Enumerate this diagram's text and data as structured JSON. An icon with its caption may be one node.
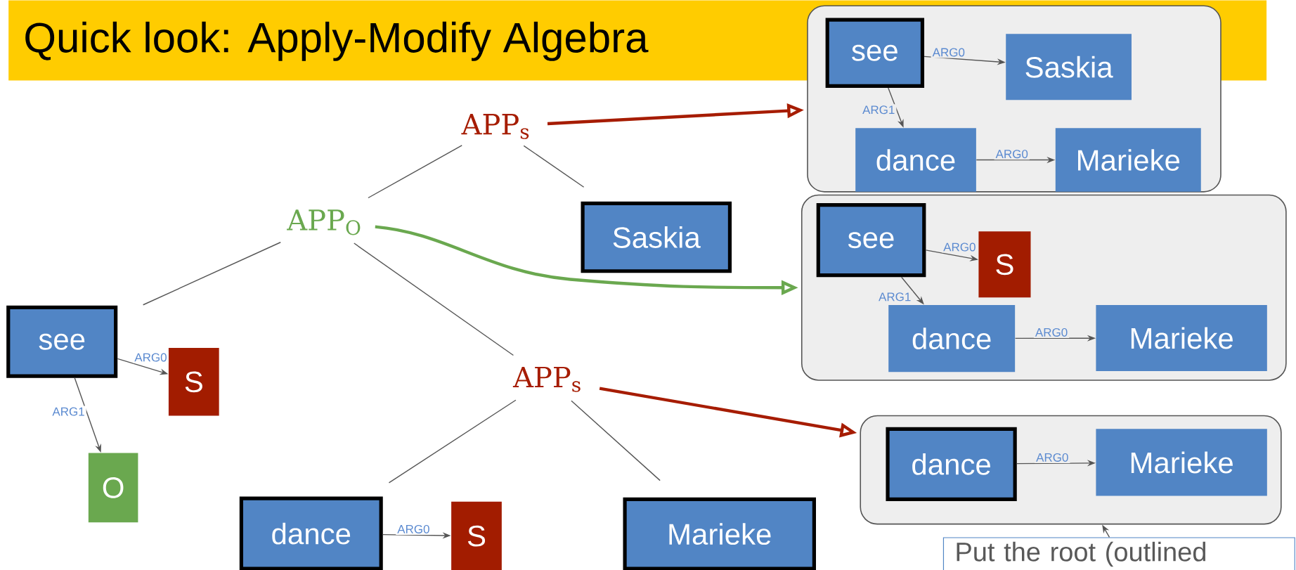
{
  "diagram": {
    "title": "Quick look: Apply-Modify Algebra",
    "nodes": [
      {
        "text": [
          "APP$_{s}$"
        ]
      },
      {
        "text": [
          "APP$_{O}$"
        ]
      },
      {
        "text": [
          "Saskia"
        ]
      },
      {
        "text": [
          "see"
        ]
      },
      {
        "text": [
          "S"
        ]
      },
      {
        "text": [
          "O"
        ]
      },
      {
        "text": [
          "APP$_{s}$"
        ]
      },
      {
        "text": [
          "dance"
        ]
      },
      {
        "text": [
          "S"
        ]
      },
      {
        "text": [
          "Marieke"
        ]
      },
      {
        "text": [],
        "shape": "box"
      },
      {
        "text": [
          "see"
        ],
        "in": 10
      },
      {
        "text": [
          "Saskia"
        ],
        "in": 10
      },
      {
        "text": [
          "dance"
        ],
        "in": 10
      },
      {
        "text": [
          "Marieke"
        ],
        "in": 10
      },
      {
        "text": [],
        "shape": "box"
      },
      {
        "text": [
          "see"
        ],
        "in": 15
      },
      {
        "text": [
          "S"
        ],
        "in": 15
      },
      {
        "text": [
          "dance"
        ],
        "in": 15
      },
      {
        "text": [
          "Marieke"
        ],
        "in": 15
      },
      {
        "text": [],
        "shape": "box"
      },
      {
        "text": [
          "dance"
        ],
        "in": 20
      },
      {
        "text": [
          "Marieke"
        ],
        "in": 20
      },
      {
        "text": [
          "Put the root (outlined"
        ]
      }
    ],
    "edges": [
      {
        "from": 0,
        "to": 1,
        "arrow": "none"
      },
      {
        "from": 0,
        "to": 2,
        "arrow": "none"
      },
      {
        "from": 0,
        "to": 10,
        "arrow": "to",
        "style": "thick",
        "color": "#a61c00"
      },
      {
        "from": 1,
        "to": 3,
        "arrow": "none"
      },
      {
        "from": 1,
        "to": 6,
        "arrow": "none"
      },
      {
        "from": 1,
        "to": 15,
        "arrow": "to",
        "style": "thick",
        "color": "#6aa84f"
      },
      {
        "from": 3,
        "to": 4,
        "arrow": "to",
        "label": "ARG0"
      },
      {
        "from": 3,
        "to": 5,
        "arrow": "to",
        "label": "ARG1"
      },
      {
        "from": 6,
        "to": 7,
        "arrow": "none"
      },
      {
        "from": 6,
        "to": 9,
        "arrow": "none"
      },
      {
        "from": 6,
        "to": 20,
        "arrow": "to",
        "style": "thick",
        "color": "#a61c00"
      },
      {
        "from": 7,
        "to": 8,
        "arrow": "to",
        "label": "ARG0"
      },
      {
        "from": 11,
        "to": 12,
        "arrow": "to",
        "label": "ARG0"
      },
      {
        "from": 11,
        "to": 13,
        "arrow": "to",
        "label": "ARG1"
      },
      {
        "from": 13,
        "to": 14,
        "arrow": "to",
        "label": "ARG0"
      },
      {
        "from": 16,
        "to": 17,
        "arrow": "to",
        "label": "ARG0"
      },
      {
        "from": 16,
        "to": 18,
        "arrow": "to",
        "label": "ARG1"
      },
      {
        "from": 18,
        "to": 19,
        "arrow": "to",
        "label": "ARG0"
      },
      {
        "from": 21,
        "to": 22,
        "arrow": "to",
        "label": "ARG0"
      },
      {
        "from": 23,
        "to": 20,
        "arrow": "to"
      }
    ]
  }
}
